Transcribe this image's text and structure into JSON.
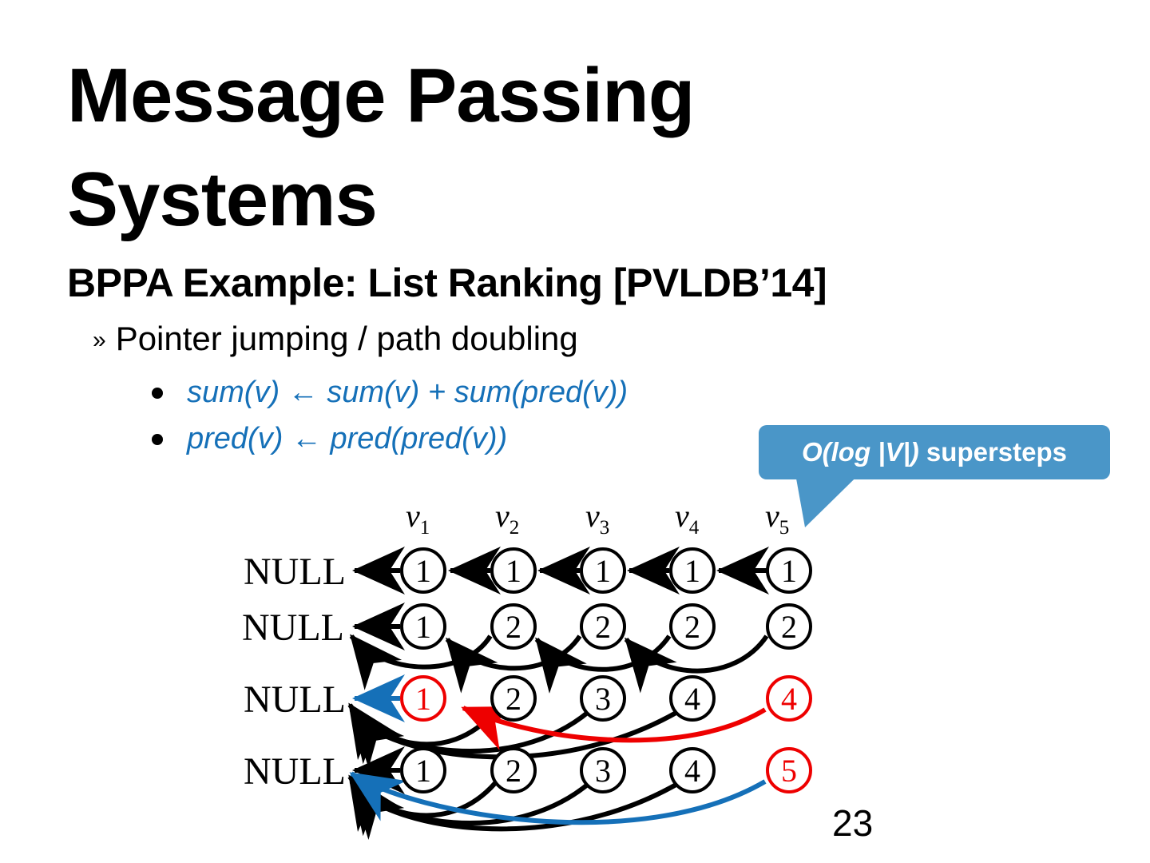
{
  "slide": {
    "title_line1": "Message Passing",
    "title_line2": "Systems",
    "subtitle": "BPPA Example: List Ranking [PVLDB’14]",
    "page_number": "23"
  },
  "bullets": {
    "level1_marker": "»",
    "level1_text": "Pointer jumping / path doubling",
    "level2": [
      {
        "text": "sum(v) ← sum(v) + sum(pred(v))",
        "color": "#1570b8"
      },
      {
        "text": "pred(v) ← pred(pred(v))",
        "color": "#1570b8"
      }
    ]
  },
  "callout": {
    "text_complexity": "O(log |V|)",
    "text_rest": " supersteps",
    "fill_color": "#4a96c8",
    "text_color": "#ffffff"
  },
  "diagram": {
    "null_label": "NULL",
    "vertex_labels": [
      "v",
      "v",
      "v",
      "v",
      "v"
    ],
    "vertex_subscripts": [
      "1",
      "2",
      "3",
      "4",
      "5"
    ],
    "colors": {
      "default": "#000000",
      "highlight_red": "#ee0000",
      "highlight_blue": "#1570b8"
    },
    "rows": [
      {
        "step": 0,
        "values": [
          "1",
          "1",
          "1",
          "1",
          "1"
        ],
        "node_colors": [
          "black",
          "black",
          "black",
          "black",
          "black"
        ],
        "pred_targets": [
          "NULL",
          "v1",
          "v2",
          "v3",
          "v4"
        ]
      },
      {
        "step": 1,
        "values": [
          "1",
          "2",
          "2",
          "2",
          "2"
        ],
        "node_colors": [
          "black",
          "black",
          "black",
          "black",
          "black"
        ],
        "pred_targets": [
          "NULL",
          "NULL",
          "v1",
          "v2",
          "v3"
        ]
      },
      {
        "step": 2,
        "values": [
          "1",
          "2",
          "3",
          "4",
          "4"
        ],
        "node_colors": [
          "red",
          "black",
          "black",
          "black",
          "red"
        ],
        "pred_targets": [
          "NULL",
          "NULL",
          "NULL",
          "NULL",
          "v1"
        ]
      },
      {
        "step": 3,
        "values": [
          "1",
          "2",
          "3",
          "4",
          "5"
        ],
        "node_colors": [
          "black",
          "black",
          "black",
          "black",
          "red"
        ],
        "pred_targets": [
          "NULL",
          "NULL",
          "NULL",
          "NULL",
          "NULL"
        ]
      }
    ]
  }
}
